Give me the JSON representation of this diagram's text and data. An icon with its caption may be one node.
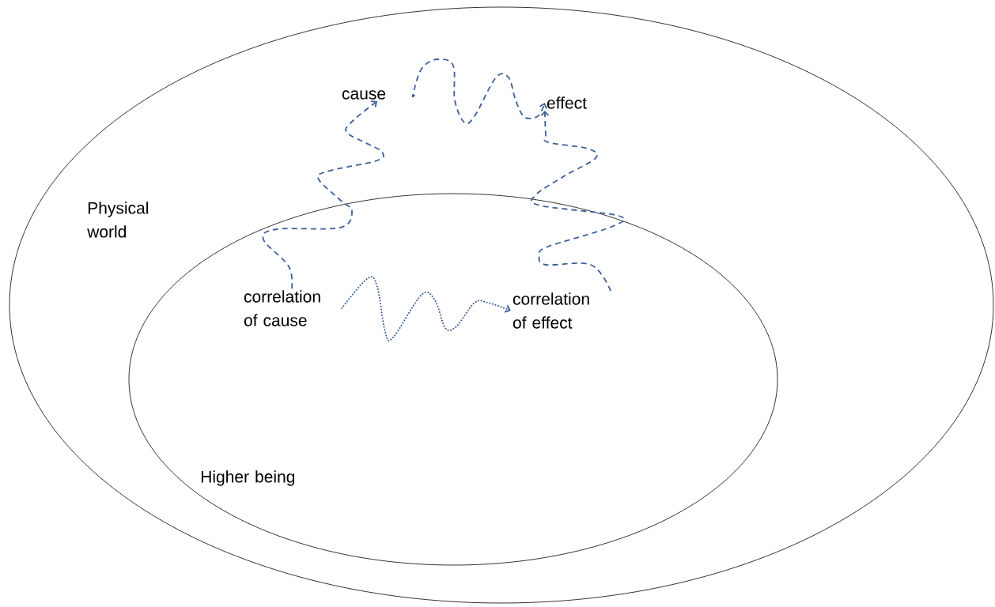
{
  "diagram": {
    "nodes": [
      {
        "text": [
          "Physical world"
        ]
      },
      {
        "text": [
          "Higher being"
        ],
        "in": 0
      },
      {
        "text": [
          "cause"
        ],
        "in": 0
      },
      {
        "text": [
          "effect"
        ],
        "in": 0
      },
      {
        "text": [
          "correlation of cause"
        ],
        "in": 1
      },
      {
        "text": [
          "correlation of effect"
        ],
        "in": 1
      }
    ],
    "edges": [
      {
        "from": 4,
        "to": 2,
        "arrow": "to",
        "style": "dashed"
      },
      {
        "from": 2,
        "to": 3,
        "arrow": "to",
        "style": "dashed"
      },
      {
        "from": 5,
        "to": 3,
        "arrow": "to",
        "style": "dashed"
      },
      {
        "from": 4,
        "to": 5,
        "arrow": "to"
      }
    ]
  }
}
